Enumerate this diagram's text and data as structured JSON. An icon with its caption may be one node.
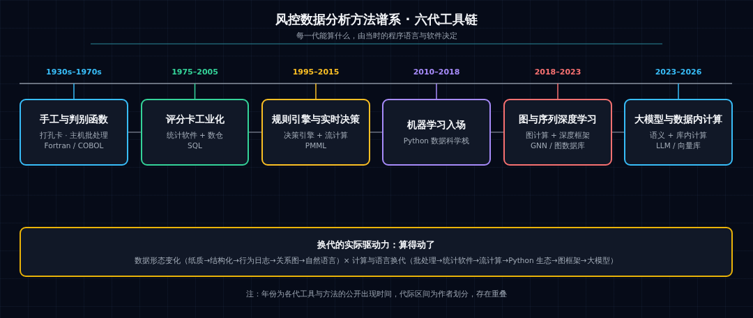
{
  "diagram": {
    "title": "风控数据分析方法谱系 · 六代工具链",
    "nodes": [
      {
        "text": [
          "手工与判别函数",
          "打孔卡 · 主机批处理",
          "Fortran / COBOL"
        ],
        "beside": [
          "1930s–1970s"
        ]
      },
      {
        "text": [
          "评分卡工业化",
          "统计软件 + 数仓",
          "SQL"
        ],
        "beside": [
          "1975–2005"
        ]
      },
      {
        "text": [
          "规则引擎与实时决策",
          "决策引擎 + 流计算",
          "PMML"
        ],
        "beside": [
          "1995–2015"
        ]
      },
      {
        "text": [
          "机器学习入场",
          "Python 数据科学栈"
        ],
        "beside": [
          "2010–2018"
        ]
      },
      {
        "text": [
          "图与序列深度学习",
          "图计算 + 深度框架",
          "GNN / 图数据库"
        ],
        "beside": [
          "2018–2023"
        ]
      },
      {
        "text": [
          "大模型与数据内计算",
          "语义 + 库内计算",
          "LLM / 向量库"
        ],
        "beside": [
          "2023–2026"
        ]
      },
      {
        "text": [
          "换代的实际驱动力：算得动了",
          "数据形态变化（纸质→结构化→行为日志→关系图→自然语言）× 计算与语言换代（批处理→统计软件→流计算→Python 生态→图框架→大模型）"
        ]
      }
    ],
    "edges": [
      {
        "from": 0,
        "to": 1,
        "arrow": "none"
      },
      {
        "from": 1,
        "to": 2,
        "arrow": "none"
      },
      {
        "from": 2,
        "to": 3,
        "arrow": "none"
      },
      {
        "from": 3,
        "to": 4,
        "arrow": "none"
      },
      {
        "from": 4,
        "to": 5,
        "arrow": "none"
      }
    ],
    "labels": [
      "每一代能算什么，由当时的程序语言与软件决定",
      "注：年份为各代工具与方法的公开出现时间，代际区间为作者划分，存在重叠"
    ]
  }
}
